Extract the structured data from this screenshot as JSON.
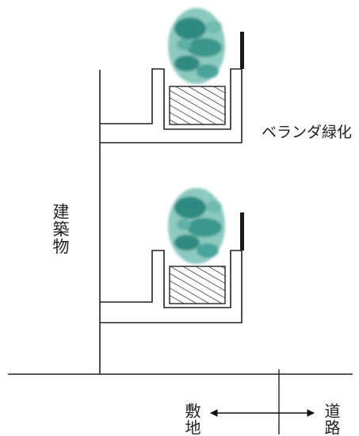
{
  "labels": {
    "building": "建築物",
    "veranda_greening": "ベランダ緑化",
    "site": "敷地",
    "road": "道路"
  },
  "colors": {
    "line": "#222222",
    "foliage_dark": "#2f8a80",
    "foliage_light": "#8cc9c0",
    "fence": "#1a1a1a"
  },
  "icons": [
    "tree-foliage-icon",
    "railing-icon",
    "planter-soil-icon",
    "double-arrow-icon"
  ]
}
